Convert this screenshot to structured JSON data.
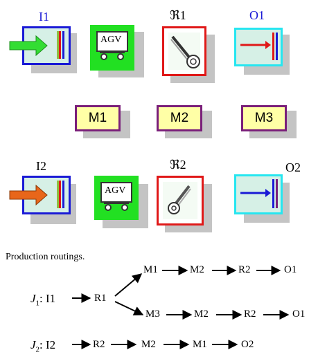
{
  "top_row": {
    "input_label": "I1",
    "robot_label": "ℜ1",
    "output_label": "O1",
    "agv_text": "AGV"
  },
  "machines": [
    "M1",
    "M2",
    "M3"
  ],
  "bottom_row": {
    "input_label": "I2",
    "robot_label": "ℜ2",
    "output_label": "O2",
    "agv_text": "AGV"
  },
  "colors": {
    "input_border": "#1a1ad6",
    "input_fill": "#d6f0e6",
    "agv_fill": "#22e022",
    "robot_border": "#e01818",
    "output_border": "#26e6f0",
    "machine_fill": "#ffffa6",
    "machine_border": "#7a1f7a",
    "green_arrow": "#33dd33",
    "orange_arrow": "#e8661a",
    "red_arrow": "#e01818",
    "blue_arrow": "#1a1ad6"
  },
  "caption": "Production routings.",
  "routings": {
    "j1": {
      "label_letter": "J",
      "label_sub": "1",
      "label_suffix": ": I1",
      "r1": "R1",
      "upper": [
        "M1",
        "M2",
        "R2",
        "O1"
      ],
      "lower": [
        "M3",
        "M2",
        "R2",
        "O1"
      ]
    },
    "j2": {
      "label_letter": "J",
      "label_sub": "2",
      "label_suffix": ": I2",
      "steps": [
        "R2",
        "M2",
        "M1",
        "O2"
      ]
    }
  }
}
